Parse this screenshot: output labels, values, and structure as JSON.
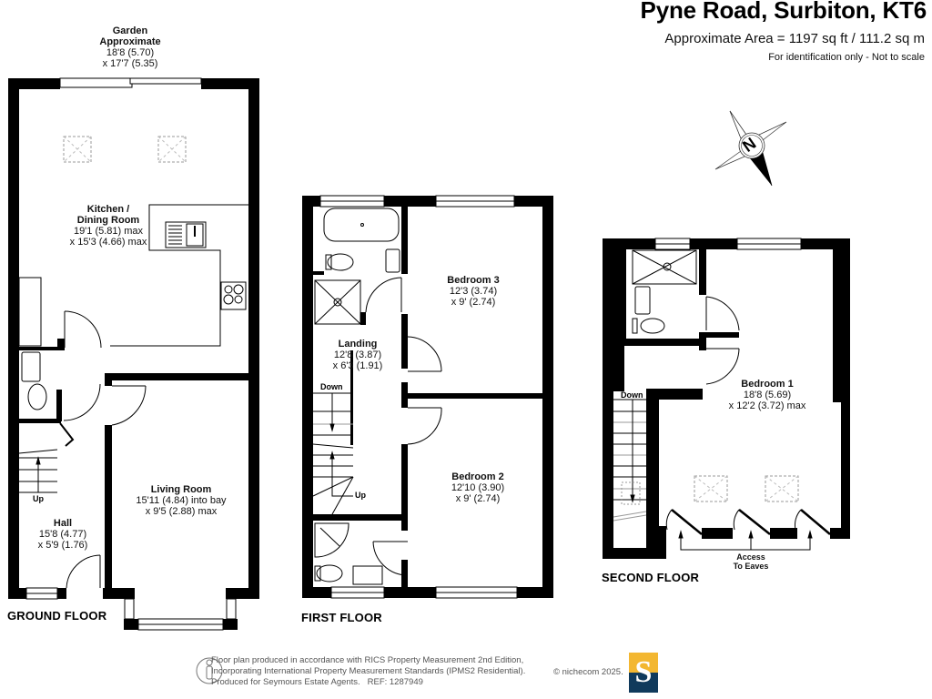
{
  "header": {
    "title": "Pyne Road, Surbiton, KT6",
    "area": "Approximate Area = 1197 sq ft / 111.2 sq m",
    "disclaimer": "For identification only - Not to scale"
  },
  "compass": {
    "icon": "north-arrow-icon",
    "label": "N"
  },
  "floors": {
    "ground": {
      "label": "GROUND FLOOR",
      "rooms": {
        "garden": {
          "name1": "Garden",
          "name2": "Approximate",
          "dim1": "18'8 (5.70)",
          "dim2": "x 17'7 (5.35)"
        },
        "kitchen": {
          "name1": "Kitchen /",
          "name2": "Dining Room",
          "dim1": "19'1 (5.81) max",
          "dim2": "x 15'3 (4.66) max"
        },
        "living": {
          "name": "Living Room",
          "dim1": "15'11 (4.84) into bay",
          "dim2": "x 9'5 (2.88) max"
        },
        "hall": {
          "name": "Hall",
          "dim1": "15'8 (4.77)",
          "dim2": "x 5'9 (1.76)"
        }
      },
      "stair_label": "Up"
    },
    "first": {
      "label": "FIRST FLOOR",
      "rooms": {
        "bedroom3": {
          "name": "Bedroom 3",
          "dim1": "12'3 (3.74)",
          "dim2": "x 9' (2.74)"
        },
        "landing": {
          "name": "Landing",
          "dim1": "12'8 (3.87)",
          "dim2": "x 6'3 (1.91)"
        },
        "bedroom2": {
          "name": "Bedroom 2",
          "dim1": "12'10 (3.90)",
          "dim2": "x 9' (2.74)"
        }
      },
      "stair_down": "Down",
      "stair_up": "Up"
    },
    "second": {
      "label": "SECOND FLOOR",
      "rooms": {
        "bedroom1": {
          "name": "Bedroom 1",
          "dim1": "18'8 (5.69)",
          "dim2": "x 12'2 (3.72) max"
        }
      },
      "stair_down": "Down",
      "eaves1": "Access",
      "eaves2": "To Eaves"
    }
  },
  "footer": {
    "line1": "Floor plan produced in accordance with RICS Property Measurement 2nd Edition,",
    "line2": "Incorporating International Property Measurement Standards (IPMS2 Residential).",
    "line3": "Produced for Seymours Estate Agents.   REF: 1287949",
    "copyright": "© nichecom 2025.",
    "logo_letter": "S",
    "logo_colors": {
      "top": "#f3b731",
      "bottom": "#103a5c"
    }
  }
}
